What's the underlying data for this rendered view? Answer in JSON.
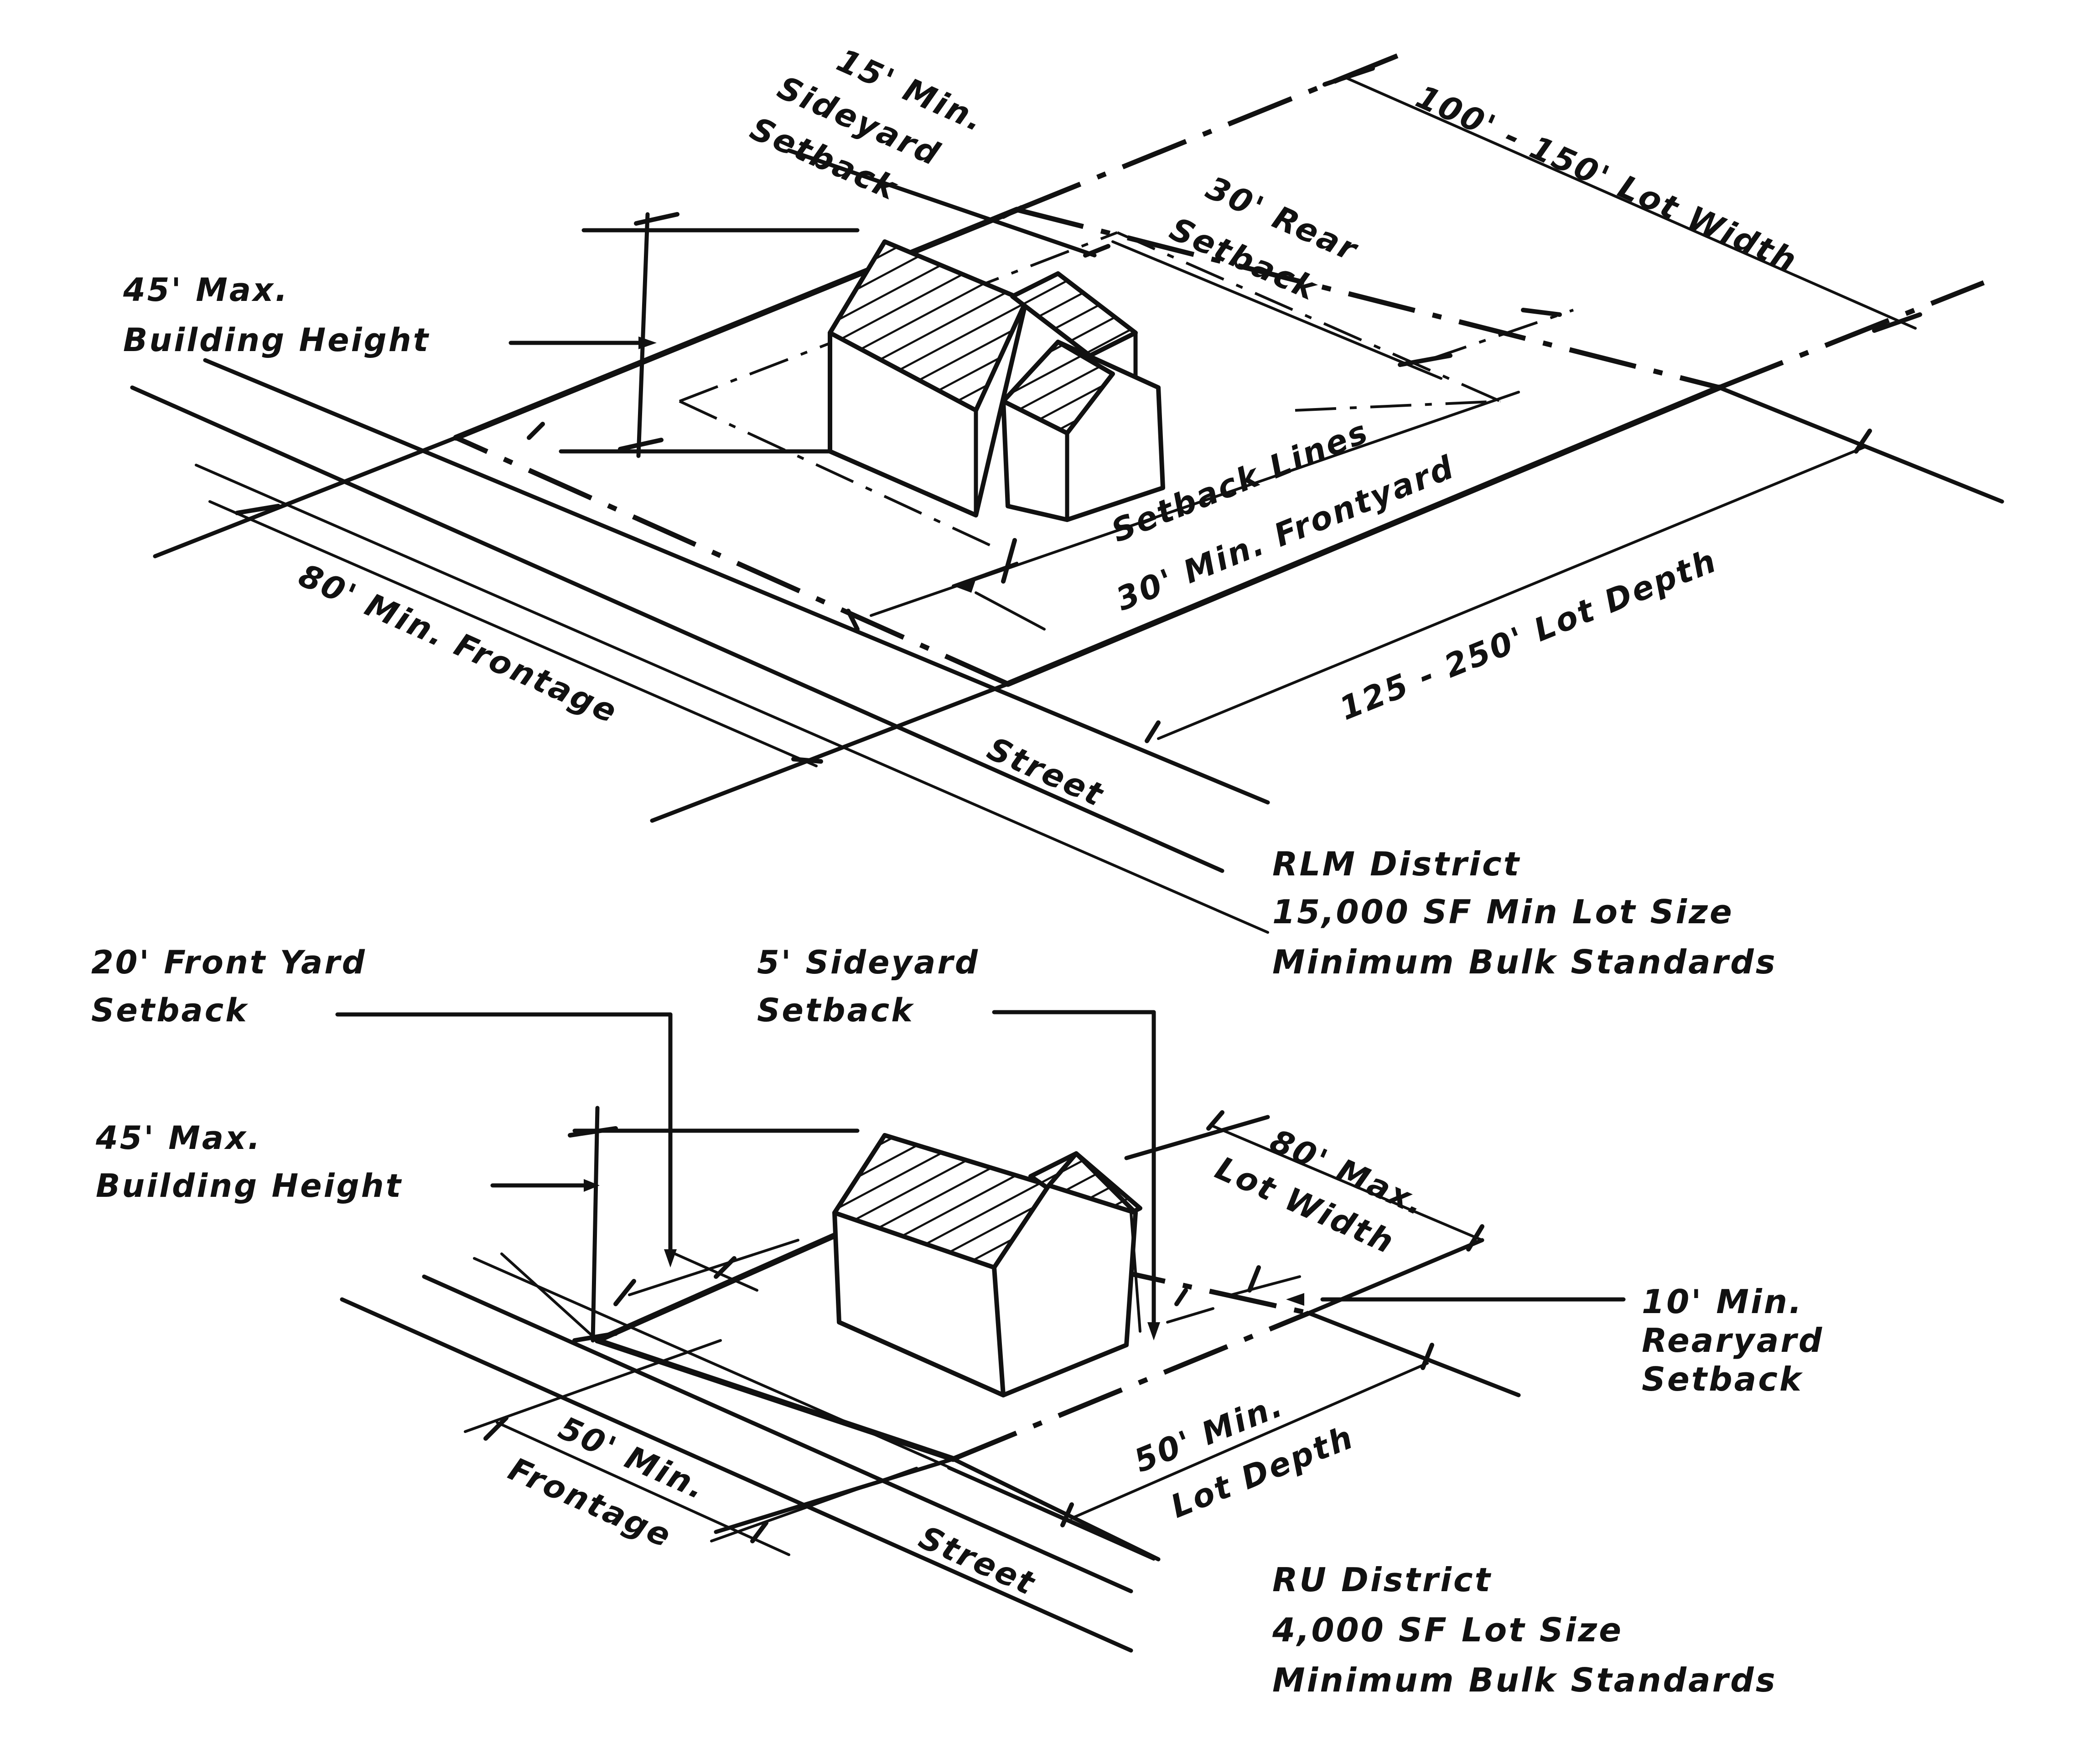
{
  "top_diagram": {
    "sideyard": [
      "15' Min.",
      "Sideyard",
      "Setback"
    ],
    "lot_width": "100' - 150' Lot Width",
    "rear": [
      "30' Rear",
      "Setback"
    ],
    "height": [
      "45' Max.",
      "Building Height"
    ],
    "setback_lines": "Setback Lines",
    "frontyard": "30' Min. Frontyard",
    "lot_depth": "125 - 250' Lot Depth",
    "frontage": "80' Min. Frontage",
    "street": "Street",
    "district": [
      "RLM District",
      "15,000 SF Min Lot Size",
      "Minimum Bulk Standards"
    ]
  },
  "bottom_diagram": {
    "front_yard": [
      "20' Front Yard",
      "Setback"
    ],
    "sideyard": [
      "5' Sideyard",
      "Setback"
    ],
    "height": [
      "45' Max.",
      "Building Height"
    ],
    "lot_width": [
      "80' Max.",
      "Lot Width"
    ],
    "rearyard": [
      "10'  Min.",
      "Rearyard",
      "Setback"
    ],
    "lot_depth": [
      "50'  Min.",
      "Lot Depth"
    ],
    "frontage": [
      "50' Min.",
      "Frontage"
    ],
    "street": "Street",
    "district": [
      "RU District",
      "4,000 SF Lot Size",
      "Minimum Bulk Standards"
    ]
  }
}
